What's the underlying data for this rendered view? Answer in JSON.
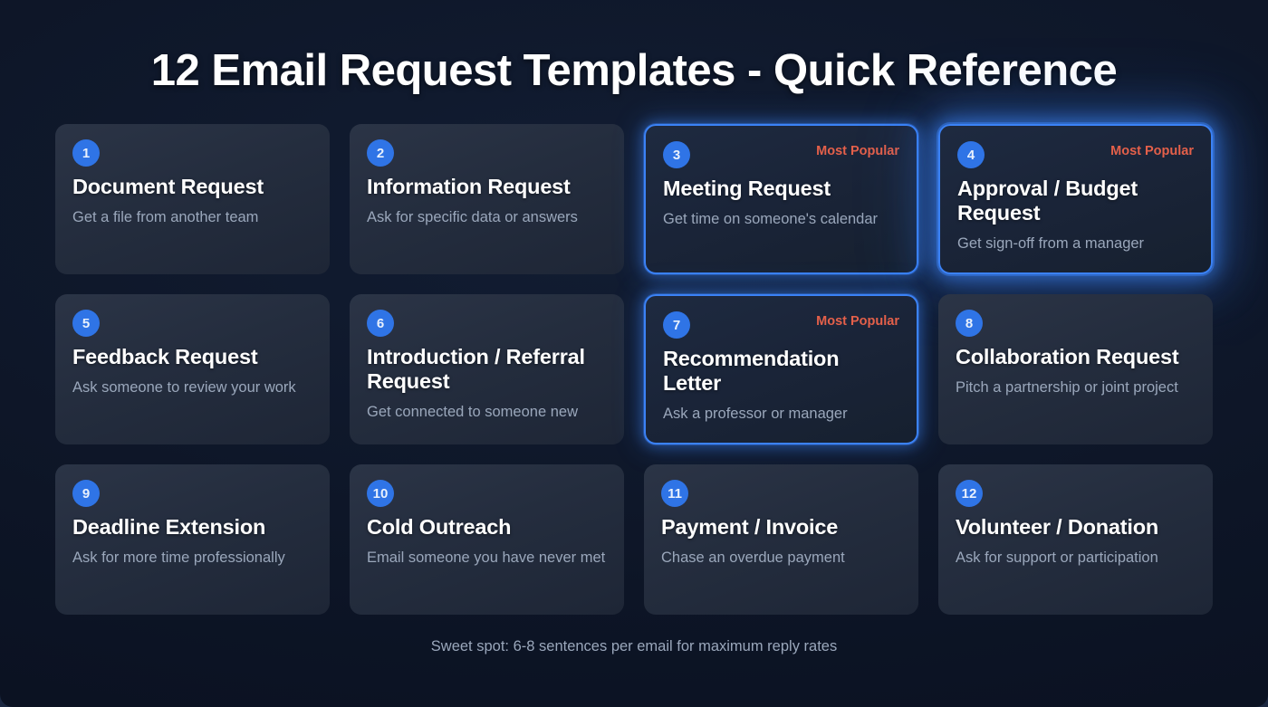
{
  "page": {
    "title": "12 Email Request Templates - Quick Reference",
    "footer": "Sweet spot: 6-8 sentences per email for maximum reply rates",
    "background_color": "#0d1526",
    "card_color": "#2b3446",
    "accent_blue": "#2f74e6",
    "glow_blue": "#3b82f6",
    "badge_orange": "#e4604a",
    "title_color": "#ffffff",
    "subtitle_color": "#9aa7bb"
  },
  "badge_label": "Most Popular",
  "cards": [
    {
      "number": "1",
      "title": "Document Request",
      "subtitle": "Get a file from another team",
      "featured": false,
      "badge": ""
    },
    {
      "number": "2",
      "title": "Information Request",
      "subtitle": "Ask for specific data or answers",
      "featured": false,
      "badge": ""
    },
    {
      "number": "3",
      "title": "Meeting Request",
      "subtitle": "Get time on someone's calendar",
      "featured": true,
      "badge": "Most Popular"
    },
    {
      "number": "4",
      "title": "Approval / Budget Request",
      "subtitle": "Get sign-off from a manager",
      "featured": true,
      "badge": "Most Popular"
    },
    {
      "number": "5",
      "title": "Feedback Request",
      "subtitle": "Ask someone to review your work",
      "featured": false,
      "badge": ""
    },
    {
      "number": "6",
      "title": "Introduction / Referral Request",
      "subtitle": "Get connected to someone new",
      "featured": false,
      "badge": ""
    },
    {
      "number": "7",
      "title": "Recommendation Letter",
      "subtitle": "Ask a professor or manager",
      "featured": true,
      "badge": "Most Popular"
    },
    {
      "number": "8",
      "title": "Collaboration Request",
      "subtitle": "Pitch a partnership or joint project",
      "featured": false,
      "badge": ""
    },
    {
      "number": "9",
      "title": "Deadline Extension",
      "subtitle": "Ask for more time professionally",
      "featured": false,
      "badge": ""
    },
    {
      "number": "10",
      "title": "Cold Outreach",
      "subtitle": "Email someone you have never met",
      "featured": false,
      "badge": ""
    },
    {
      "number": "11",
      "title": "Payment / Invoice",
      "subtitle": "Chase an overdue payment",
      "featured": false,
      "badge": ""
    },
    {
      "number": "12",
      "title": "Volunteer / Donation",
      "subtitle": "Ask for support or participation",
      "featured": false,
      "badge": ""
    }
  ]
}
